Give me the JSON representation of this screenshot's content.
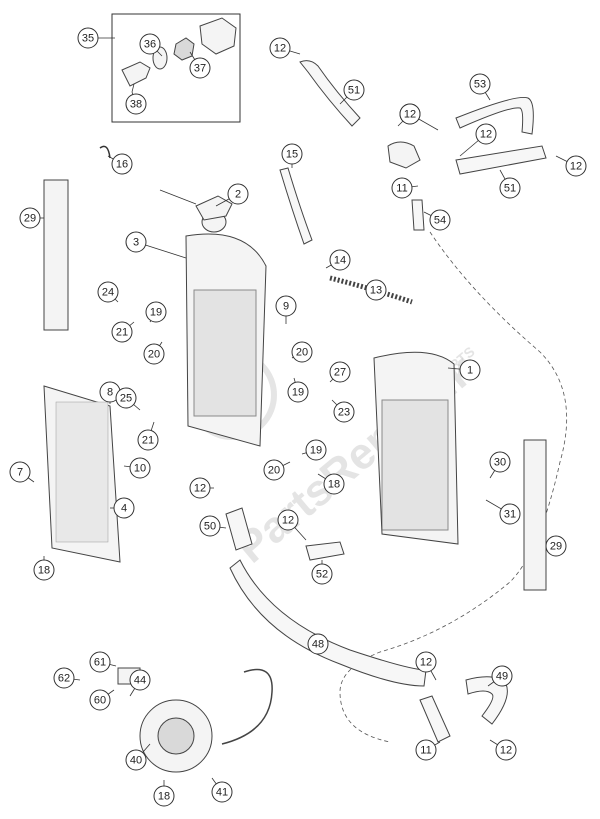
{
  "callouts": [
    {
      "id": "c35",
      "label": "35"
    },
    {
      "id": "c36",
      "label": "36"
    },
    {
      "id": "c37",
      "label": "37"
    },
    {
      "id": "c38",
      "label": "38"
    },
    {
      "id": "c12a",
      "label": "12"
    },
    {
      "id": "c51a",
      "label": "51"
    },
    {
      "id": "c53",
      "label": "53"
    },
    {
      "id": "c12b",
      "label": "12"
    },
    {
      "id": "c12c",
      "label": "12"
    },
    {
      "id": "c12d",
      "label": "12"
    },
    {
      "id": "c12e",
      "label": "12"
    },
    {
      "id": "c51b",
      "label": "51"
    },
    {
      "id": "c11a",
      "label": "11"
    },
    {
      "id": "c54",
      "label": "54"
    },
    {
      "id": "c16",
      "label": "16"
    },
    {
      "id": "c15",
      "label": "15"
    },
    {
      "id": "c29a",
      "label": "29"
    },
    {
      "id": "c2",
      "label": "2"
    },
    {
      "id": "c3",
      "label": "3"
    },
    {
      "id": "c14",
      "label": "14"
    },
    {
      "id": "c13",
      "label": "13"
    },
    {
      "id": "c24",
      "label": "24"
    },
    {
      "id": "c19a",
      "label": "19"
    },
    {
      "id": "c21a",
      "label": "21"
    },
    {
      "id": "c20a",
      "label": "20"
    },
    {
      "id": "c9",
      "label": "9"
    },
    {
      "id": "c20b",
      "label": "20"
    },
    {
      "id": "c1",
      "label": "1"
    },
    {
      "id": "c19b",
      "label": "19"
    },
    {
      "id": "c27",
      "label": "27"
    },
    {
      "id": "c23",
      "label": "23"
    },
    {
      "id": "c8",
      "label": "8"
    },
    {
      "id": "c25",
      "label": "25"
    },
    {
      "id": "c21b",
      "label": "21"
    },
    {
      "id": "c19c",
      "label": "19"
    },
    {
      "id": "c20c",
      "label": "20"
    },
    {
      "id": "c18a",
      "label": "18"
    },
    {
      "id": "c7",
      "label": "7"
    },
    {
      "id": "c10",
      "label": "10"
    },
    {
      "id": "c12f",
      "label": "12"
    },
    {
      "id": "c30",
      "label": "30"
    },
    {
      "id": "c4",
      "label": "4"
    },
    {
      "id": "c31",
      "label": "31"
    },
    {
      "id": "c50",
      "label": "50"
    },
    {
      "id": "c12g",
      "label": "12"
    },
    {
      "id": "c29b",
      "label": "29"
    },
    {
      "id": "c52",
      "label": "52"
    },
    {
      "id": "c18b",
      "label": "18"
    },
    {
      "id": "c48",
      "label": "48"
    },
    {
      "id": "c61",
      "label": "61"
    },
    {
      "id": "c62",
      "label": "62"
    },
    {
      "id": "c60",
      "label": "60"
    },
    {
      "id": "c44",
      "label": "44"
    },
    {
      "id": "c12h",
      "label": "12"
    },
    {
      "id": "c49",
      "label": "49"
    },
    {
      "id": "c40",
      "label": "40"
    },
    {
      "id": "c11b",
      "label": "11"
    },
    {
      "id": "c12i",
      "label": "12"
    },
    {
      "id": "c18c",
      "label": "18"
    },
    {
      "id": "c41",
      "label": "41"
    }
  ],
  "watermark": {
    "brand": "PartsRepublik",
    "sub": "CYCLE PARTS"
  }
}
